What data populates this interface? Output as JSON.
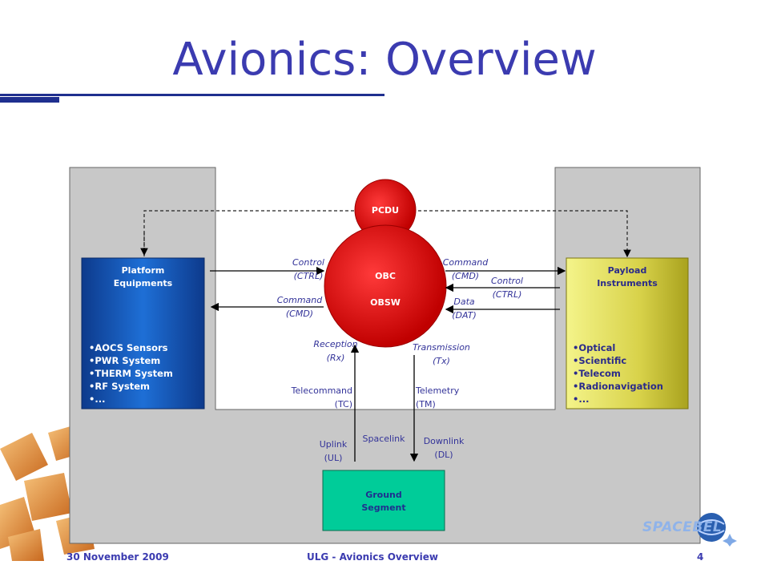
{
  "slide": {
    "title": "Avionics: Overview",
    "footer_date": "30 November 2009",
    "footer_title": "ULG - Avionics Overview",
    "page_number": "4",
    "logo_text": "SPACEBEL"
  },
  "diagram": {
    "pcdu": "PCDU",
    "obc": "OBC",
    "obsw": "OBSW",
    "platform": {
      "title_line1": "Platform",
      "title_line2": "Equipments",
      "items": [
        "AOCS Sensors",
        "PWR System",
        "THERM System",
        "RF System",
        "..."
      ]
    },
    "payload": {
      "title_line1": "Payload",
      "title_line2": "Instruments",
      "items": [
        "Optical",
        "Scientific",
        "Telecom",
        "Radionavigation",
        "..."
      ]
    },
    "ground": {
      "line1": "Ground",
      "line2": "Segment"
    },
    "labels": {
      "control_left": [
        "Control",
        "(CTRL)"
      ],
      "command_left": [
        "Command",
        "(CMD)"
      ],
      "command_right": [
        "Command",
        "(CMD)"
      ],
      "control_right": [
        "Control",
        "(CTRL)"
      ],
      "data_right": [
        "Data",
        "(DAT)"
      ],
      "reception": [
        "Reception",
        "(Rx)"
      ],
      "transmission": [
        "Transmission",
        "(Tx)"
      ],
      "telecommand": [
        "Telecommand",
        "(TC)"
      ],
      "telemetry": [
        "Telemetry",
        "(TM)"
      ],
      "uplink": [
        "Uplink",
        "(UL)"
      ],
      "downlink": [
        "Downlink",
        "(DL)"
      ],
      "spacelink": "Spacelink"
    }
  },
  "colors": {
    "title": "#3b3bb0",
    "platform": "#1a5fbf",
    "payload": "#c9c62a",
    "ground": "#00cc99",
    "obc": "#e01010",
    "background_panel": "#c8c8c8"
  }
}
